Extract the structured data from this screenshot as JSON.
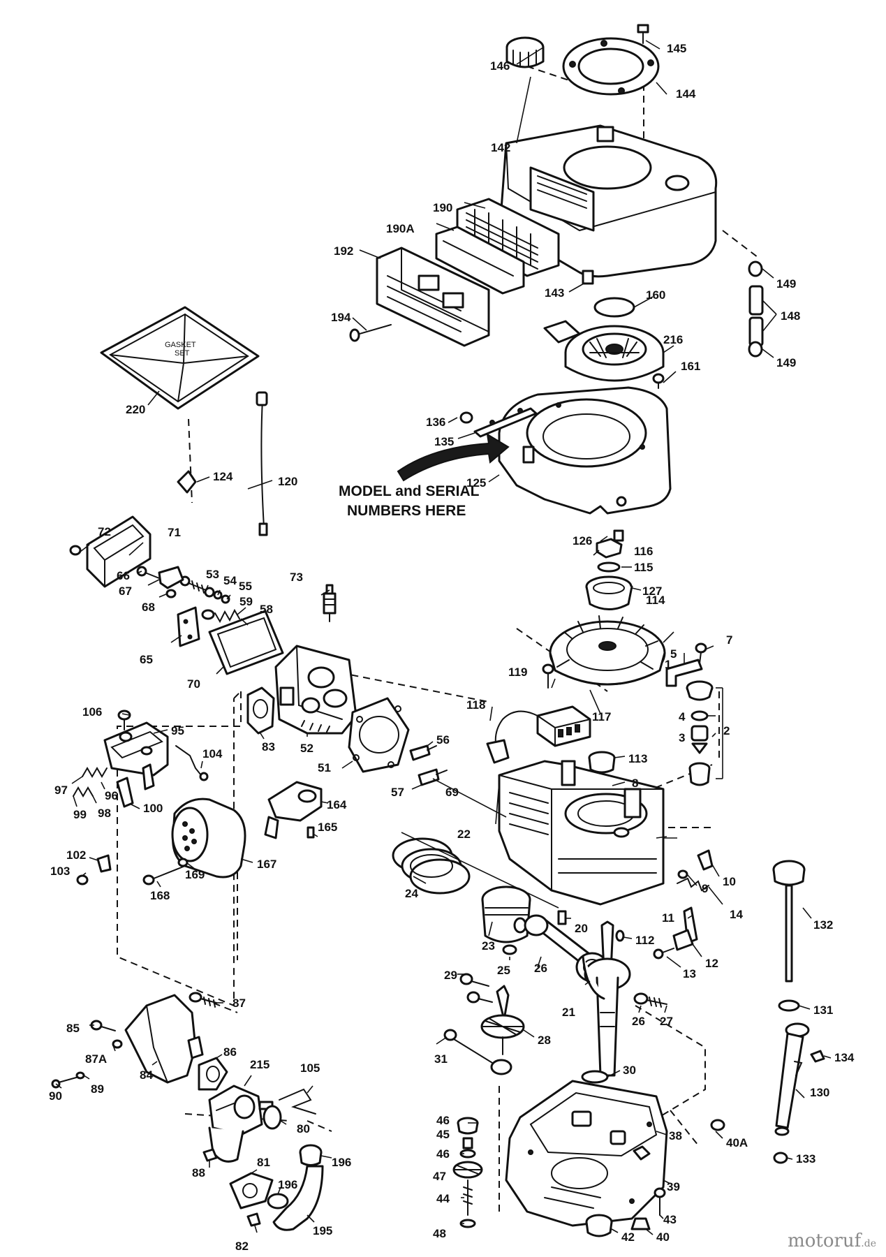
{
  "diagram": {
    "note_lines": [
      "MODEL and SERIAL",
      "NUMBERS HERE"
    ],
    "gasket_label_lines": [
      "GASKET",
      "SET"
    ],
    "watermark": {
      "name": "motoruf",
      "tld": ".de"
    },
    "callouts": [
      "1",
      "2",
      "3",
      "4",
      "5",
      "7",
      "8",
      "9",
      "10",
      "11",
      "12",
      "13",
      "14",
      "20",
      "21",
      "22",
      "23",
      "24",
      "25",
      "26",
      "26",
      "27",
      "28",
      "29",
      "30",
      "31",
      "38",
      "39",
      "40",
      "40A",
      "42",
      "43",
      "44",
      "45",
      "46",
      "46",
      "47",
      "48",
      "51",
      "52",
      "53",
      "54",
      "55",
      "56",
      "57",
      "58",
      "59",
      "65",
      "66",
      "67",
      "68",
      "69",
      "70",
      "71",
      "72",
      "73",
      "80",
      "81",
      "82",
      "83",
      "84",
      "85",
      "86",
      "87",
      "87A",
      "88",
      "89",
      "90",
      "95",
      "96",
      "97",
      "98",
      "99",
      "100",
      "102",
      "103",
      "104",
      "105",
      "106",
      "112",
      "113",
      "114",
      "115",
      "116",
      "117",
      "118",
      "119",
      "120",
      "124",
      "125",
      "126",
      "127",
      "130",
      "131",
      "132",
      "133",
      "134",
      "135",
      "136",
      "142",
      "143",
      "144",
      "145",
      "146",
      "148",
      "149",
      "149",
      "160",
      "161",
      "164",
      "165",
      "167",
      "168",
      "169",
      "190",
      "190A",
      "192",
      "194",
      "195",
      "196",
      "196",
      "215",
      "216",
      "220"
    ]
  }
}
